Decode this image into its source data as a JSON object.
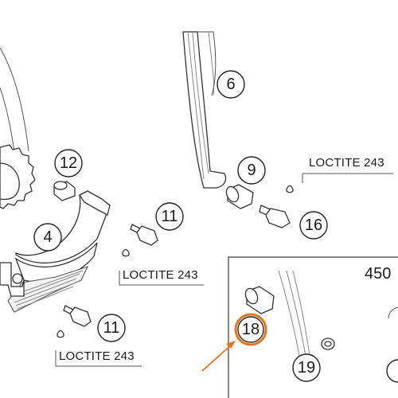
{
  "callouts": {
    "c4": "4",
    "c6": "6",
    "c9": "9",
    "c11a": "11",
    "c11b": "11",
    "c12": "12",
    "c16": "16",
    "c18": "18",
    "c19": "19"
  },
  "loctite": {
    "a": "LOCTITE 243",
    "b": "LOCTITE 243",
    "c": "LOCTITE 243"
  },
  "inset": {
    "label": "450"
  },
  "colors": {
    "highlight": "#e8731e",
    "ink": "#333333"
  }
}
